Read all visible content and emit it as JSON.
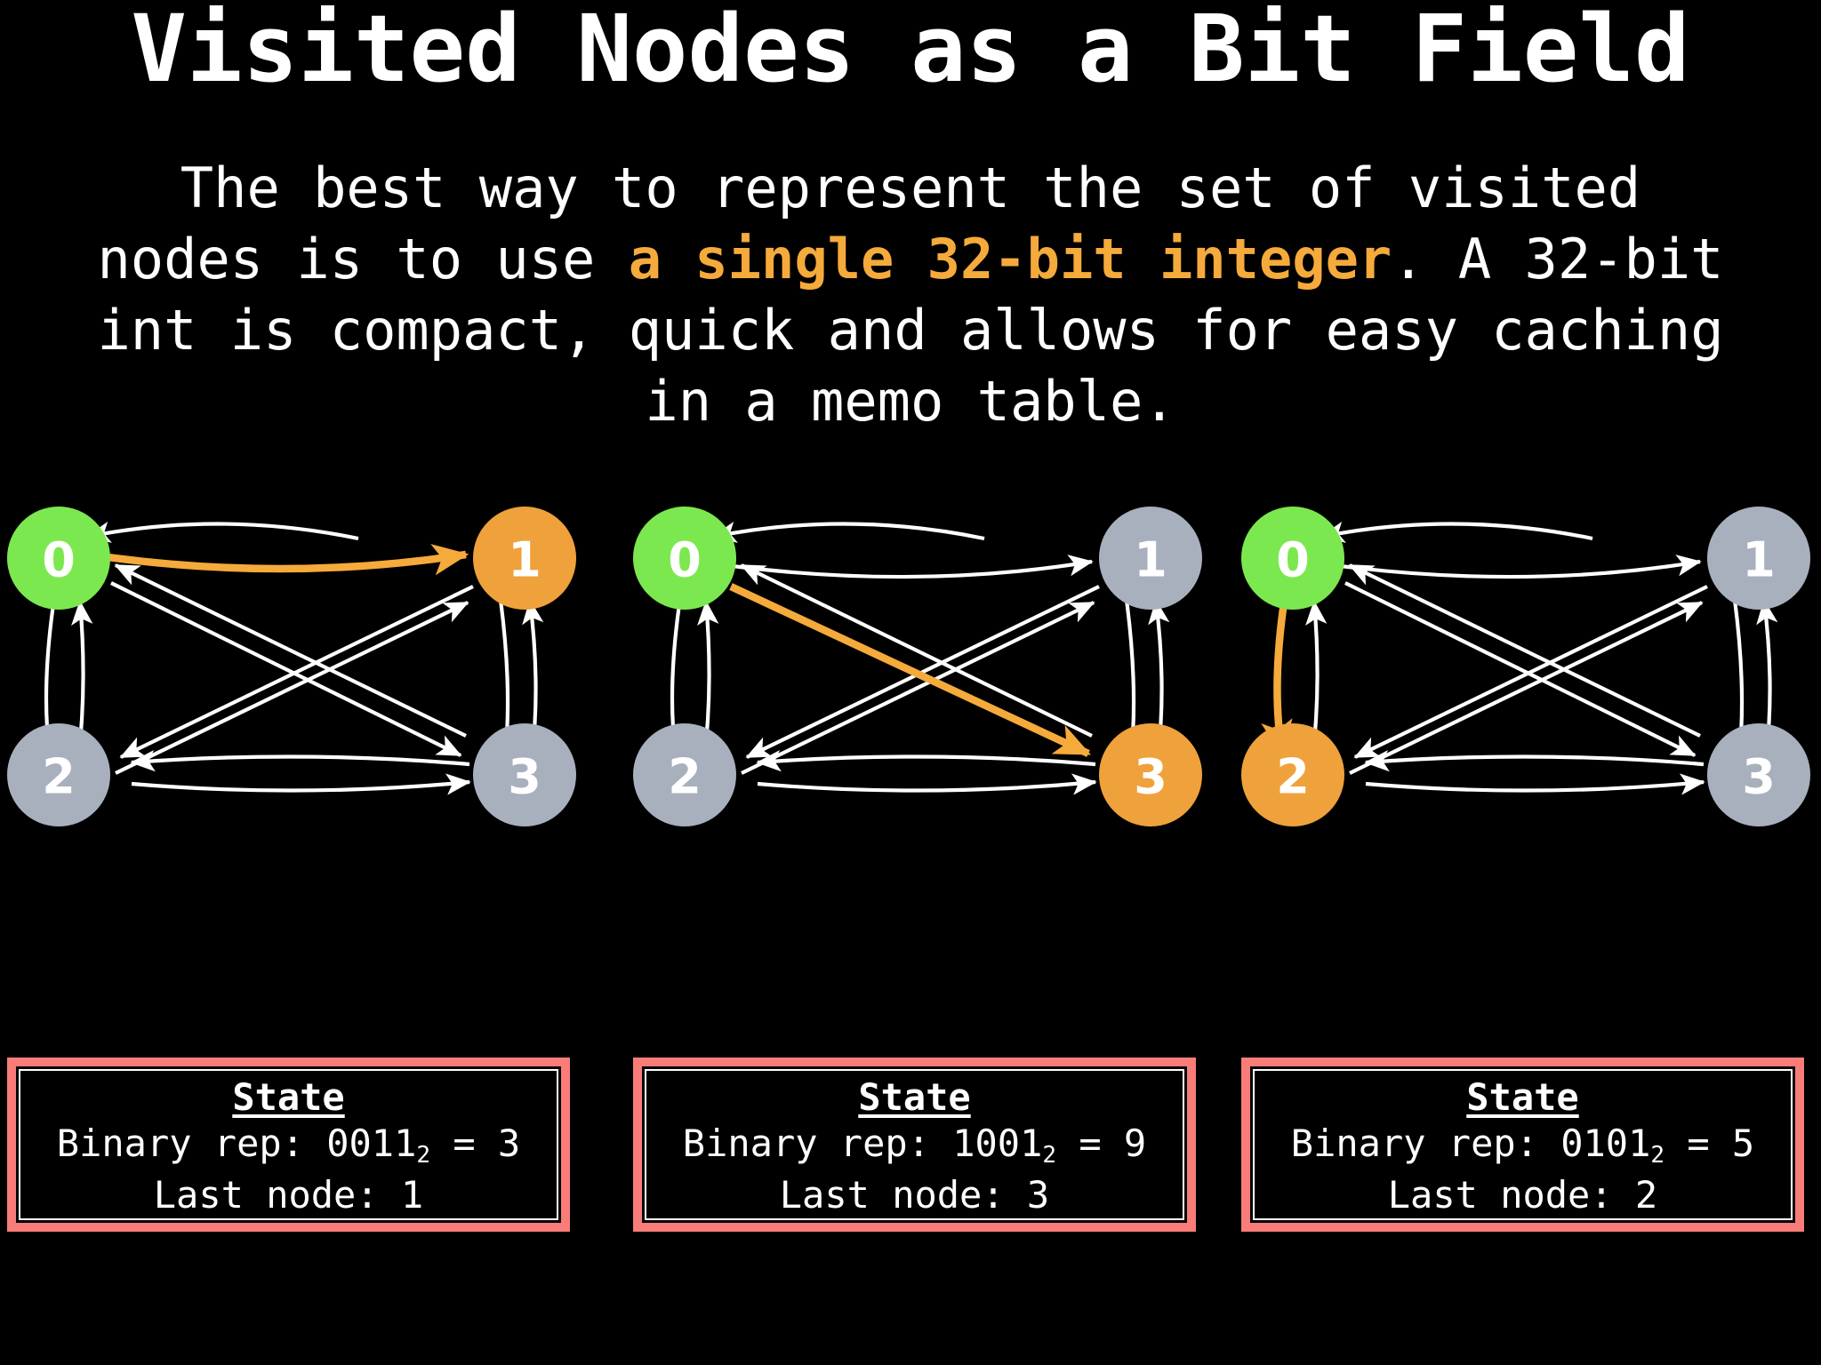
{
  "slide": {
    "title": "Visited Nodes as a Bit Field",
    "background_color": "#000000",
    "text_color": "#ffffff"
  },
  "subtitle": {
    "part1": "The best way to represent the set of visited nodes is to use ",
    "highlight": "a single 32-bit integer",
    "part2": ". A 32-bit int is compact, quick and allows for easy caching in a memo table."
  },
  "colors": {
    "accent_orange": "#F5AA3C",
    "node_orange": "#EFA13C",
    "node_green": "#7CE84F",
    "node_gray": "#A8B0BE",
    "edge_white": "#ffffff",
    "box_border_salmon": "#F87C78"
  },
  "graphs": [
    {
      "id": "graph-1",
      "nodes": [
        {
          "label": "0",
          "color": "#7CE84F",
          "position": "top-left"
        },
        {
          "label": "1",
          "color": "#EFA13C",
          "position": "top-right"
        },
        {
          "label": "2",
          "color": "#A8B0BE",
          "position": "bottom-left"
        },
        {
          "label": "3",
          "color": "#A8B0BE",
          "position": "bottom-right"
        }
      ],
      "highlighted_edge": {
        "from": "0",
        "to": "1"
      }
    },
    {
      "id": "graph-2",
      "nodes": [
        {
          "label": "0",
          "color": "#7CE84F",
          "position": "top-left"
        },
        {
          "label": "1",
          "color": "#A8B0BE",
          "position": "top-right"
        },
        {
          "label": "2",
          "color": "#A8B0BE",
          "position": "bottom-left"
        },
        {
          "label": "3",
          "color": "#EFA13C",
          "position": "bottom-right"
        }
      ],
      "highlighted_edge": {
        "from": "0",
        "to": "3"
      }
    },
    {
      "id": "graph-3",
      "nodes": [
        {
          "label": "0",
          "color": "#7CE84F",
          "position": "top-left"
        },
        {
          "label": "1",
          "color": "#A8B0BE",
          "position": "top-right"
        },
        {
          "label": "2",
          "color": "#EFA13C",
          "position": "bottom-left"
        },
        {
          "label": "3",
          "color": "#A8B0BE",
          "position": "bottom-right"
        }
      ],
      "highlighted_edge": {
        "from": "0",
        "to": "2"
      }
    }
  ],
  "states": [
    {
      "title": "State",
      "binary_label": "Binary rep: ",
      "binary_value": "0011",
      "binary_subscript": "2",
      "binary_equals": " = 3",
      "decimal": "3",
      "last_node_label": "Last node: ",
      "last_node_value": "1"
    },
    {
      "title": "State",
      "binary_label": "Binary rep: ",
      "binary_value": "1001",
      "binary_subscript": "2",
      "binary_equals": " = 9",
      "decimal": "9",
      "last_node_label": "Last node: ",
      "last_node_value": "3"
    },
    {
      "title": "State",
      "binary_label": "Binary rep: ",
      "binary_value": "0101",
      "binary_subscript": "2",
      "binary_equals": " = 5",
      "decimal": "5",
      "last_node_label": "Last node: ",
      "last_node_value": "2"
    }
  ]
}
